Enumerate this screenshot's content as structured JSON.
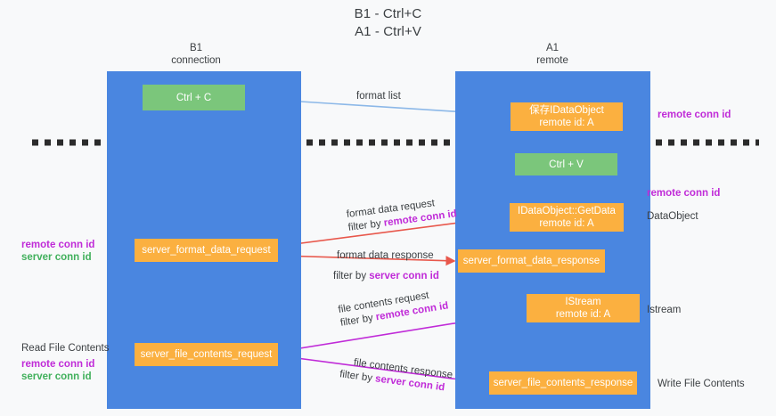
{
  "title": {
    "line1": "B1 - Ctrl+C",
    "line2": "A1 - Ctrl+V"
  },
  "columns": [
    {
      "name": "B1",
      "sub": "connection"
    },
    {
      "name": "A1",
      "sub": "remote"
    }
  ],
  "colors": {
    "lane": "#4a86e0",
    "node_green": "#7bc67b",
    "node_orange": "#fbb040",
    "remote_conn_id": "#c02bd8",
    "server_conn_id": "#41b05c",
    "arrow_format_list": "#8cb8e8",
    "arrow_format_data": "#e8574b",
    "arrow_file_contents": "#c02bd8",
    "arrow_black": "#1a1a1a",
    "background": "#f8f9fa",
    "divider": "#2b2b2b"
  },
  "nodes": {
    "ctrl_c": {
      "label": "Ctrl + C"
    },
    "save_idataobject": {
      "label": "保存IDataObject",
      "sub": "remote id: A"
    },
    "ctrl_v": {
      "label": "Ctrl + V"
    },
    "getdata": {
      "label": "IDataObject::GetData",
      "sub": "remote id: A"
    },
    "server_format_data_request": {
      "label": "server_format_data_request"
    },
    "server_format_data_response": {
      "label": "server_format_data_response"
    },
    "istream": {
      "label": "IStream",
      "sub": "remote id: A"
    },
    "server_file_contents_request": {
      "label": "server_file_contents_request"
    },
    "server_file_contents_response": {
      "label": "server_file_contents_response"
    }
  },
  "edge_labels": {
    "format_list": "format list",
    "format_data_request": "format data request",
    "format_data_request_filter_prefix": "filter by ",
    "format_data_request_filter_key": "remote conn id",
    "format_data_response": "format data response",
    "format_data_response_filter_prefix": "filter by ",
    "format_data_response_filter_key": "server conn id",
    "file_contents_request": "file contents request",
    "file_contents_request_filter_prefix": "filter by ",
    "file_contents_request_filter_key": "remote conn id",
    "file_contents_response": "file contents response",
    "file_contents_response_filter_prefix": "filter by ",
    "file_contents_response_filter_key": "server conn id"
  },
  "annotations": {
    "right_remote_conn_id_top": "remote conn id",
    "right_remote_conn_id_mid": "remote conn id",
    "right_dataobject": "DataObject",
    "right_istream": "Istream",
    "right_write_file_contents": "Write File Contents",
    "left_remote_conn_id_1": "remote conn id",
    "left_server_conn_id_1": "server conn id",
    "left_read_file_contents": "Read File Contents",
    "left_remote_conn_id_2": "remote conn id",
    "left_server_conn_id_2": "server conn id"
  }
}
